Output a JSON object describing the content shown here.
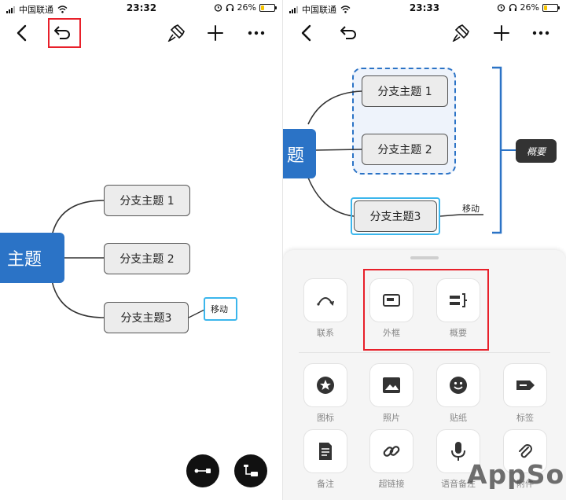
{
  "left_screen": {
    "status": {
      "carrier": "中国联通",
      "time": "23:32",
      "battery": "26%",
      "battery_level": 0.26
    },
    "toolbar": {
      "back_icon": "chevron-left-icon",
      "undo_icon": "undo-icon",
      "paint_icon": "paint-brush-icon",
      "add_icon": "plus-icon",
      "more_icon": "more-icon"
    },
    "central_topic": "主题",
    "branches": [
      "分支主题 1",
      "分支主题 2",
      "分支主题3"
    ],
    "move_label": "移动",
    "fab_icons": [
      "relationship-icon",
      "insert-topic-icon"
    ]
  },
  "right_screen": {
    "status": {
      "carrier": "中国联通",
      "time": "23:33",
      "battery": "26%",
      "battery_level": 0.26
    },
    "toolbar": {
      "back_icon": "chevron-left-icon",
      "undo_icon": "undo-icon",
      "paint_icon": "paint-brush-icon",
      "add_icon": "plus-icon",
      "more_icon": "more-icon"
    },
    "central_topic": "题",
    "branches": [
      "分支主题 1",
      "分支主题 2",
      "分支主题3"
    ],
    "move_label": "移动",
    "summary_label": "概要",
    "sheet": {
      "row1": [
        {
          "label": "联系",
          "icon": "relationship-icon"
        },
        {
          "label": "外框",
          "icon": "boundary-icon"
        },
        {
          "label": "概要",
          "icon": "summary-icon"
        }
      ],
      "row2": [
        {
          "label": "图标",
          "icon": "star-icon"
        },
        {
          "label": "照片",
          "icon": "image-icon"
        },
        {
          "label": "贴纸",
          "icon": "sticker-icon"
        },
        {
          "label": "标签",
          "icon": "label-icon"
        }
      ],
      "row3": [
        {
          "label": "备注",
          "icon": "note-icon"
        },
        {
          "label": "超链接",
          "icon": "link-icon"
        },
        {
          "label": "语音备注",
          "icon": "microphone-icon"
        },
        {
          "label": "附件",
          "icon": "attachment-icon"
        }
      ]
    }
  },
  "watermark": "AppSo",
  "colors": {
    "accent_blue": "#2b73c6",
    "highlight_red": "#e8202a",
    "dashed_blue": "#2b73c6",
    "selection_cyan": "#3bb6ec",
    "battery_yellow": "#f5c400"
  }
}
